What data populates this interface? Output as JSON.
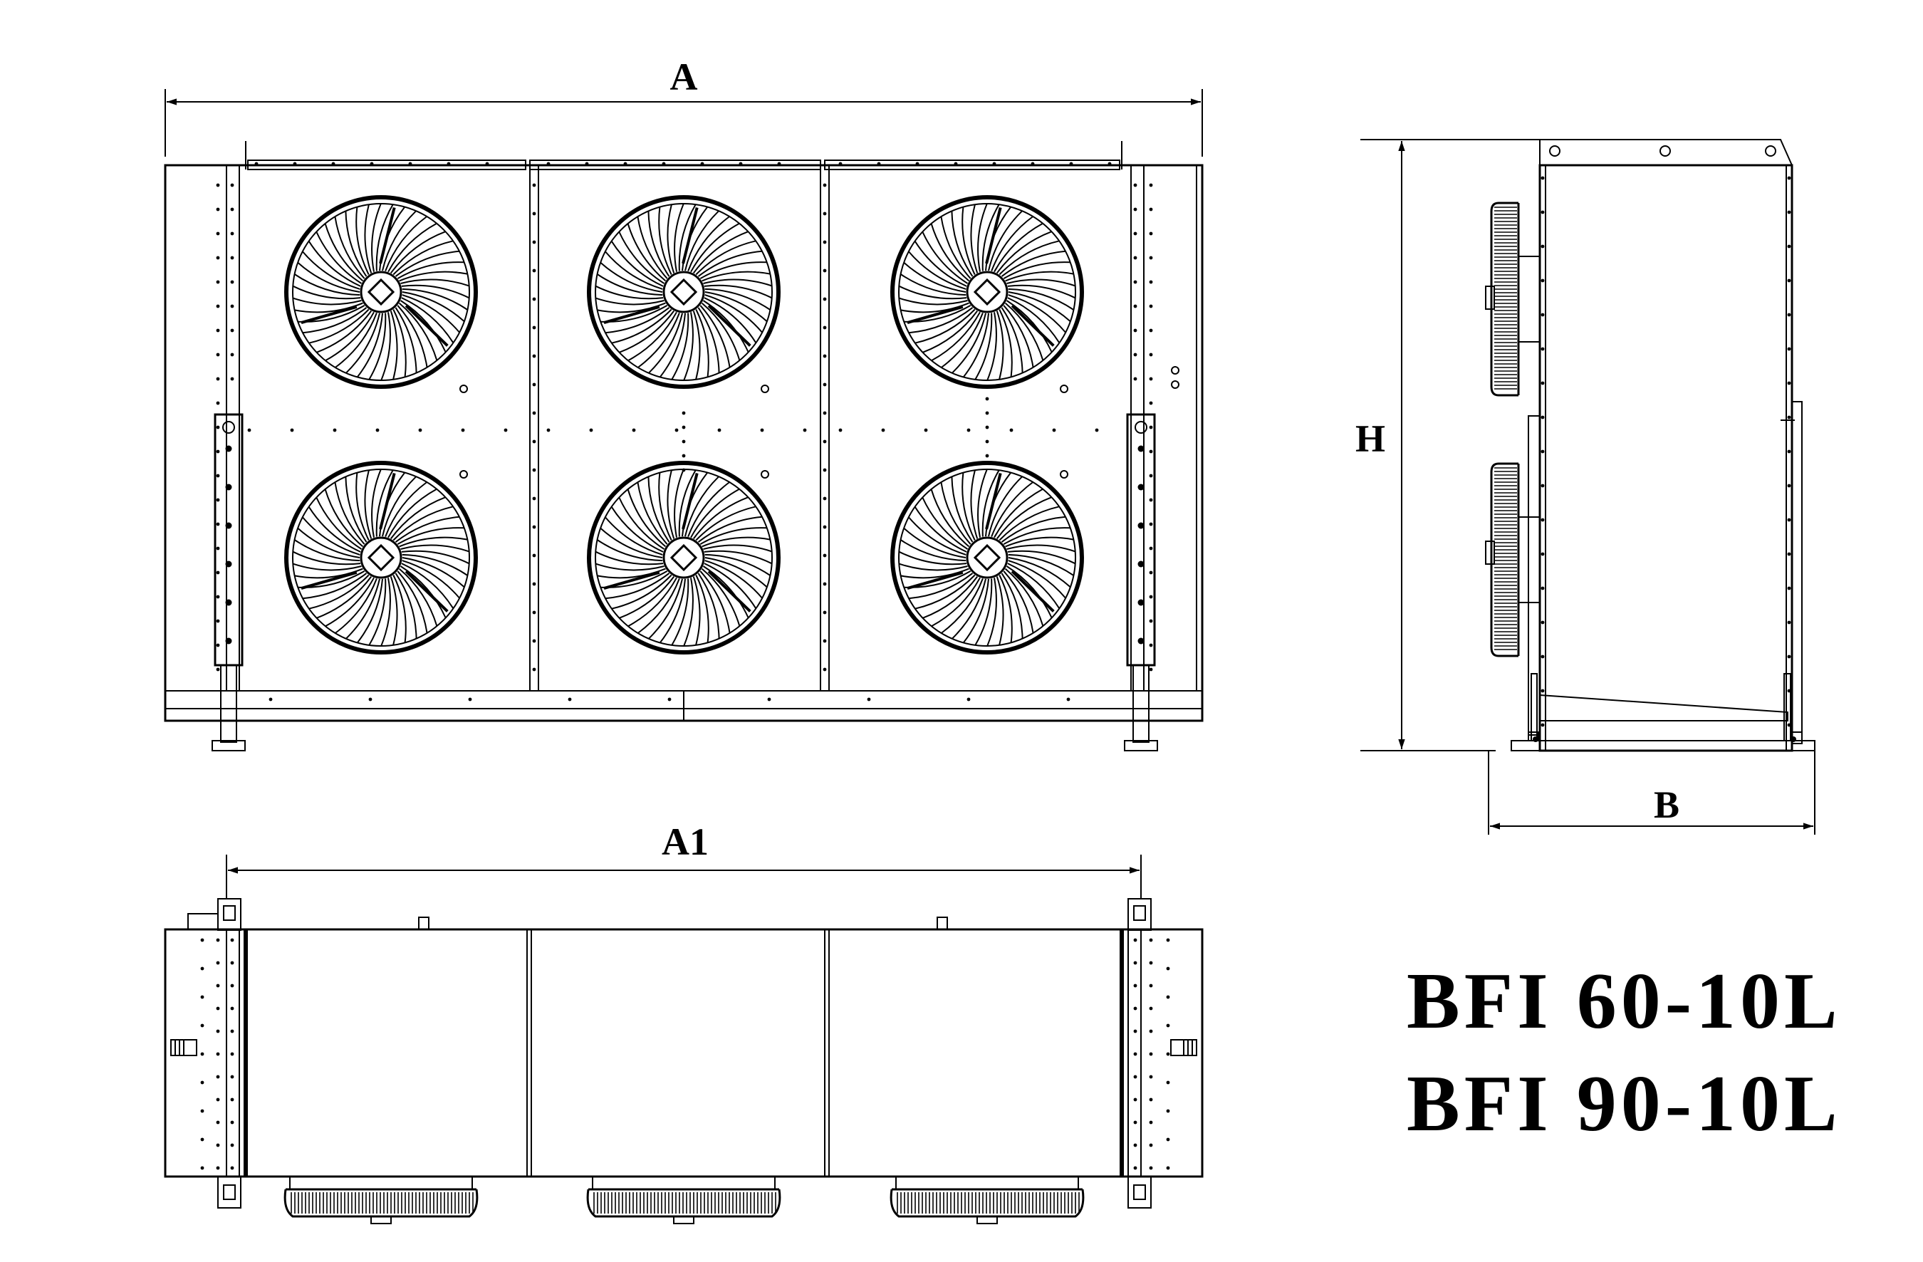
{
  "dimensions": {
    "a": "A",
    "a1": "A1",
    "h": "H",
    "b": "B"
  },
  "models": [
    "BFI 60-10L",
    "BFI 90-10L"
  ],
  "views": {
    "front": {
      "fan_rows": 2,
      "fan_columns": 3
    },
    "top": {
      "fan_count": 3
    },
    "side": {
      "fan_count": 2
    }
  },
  "colors": {
    "line": "#000000",
    "background": "#ffffff"
  }
}
